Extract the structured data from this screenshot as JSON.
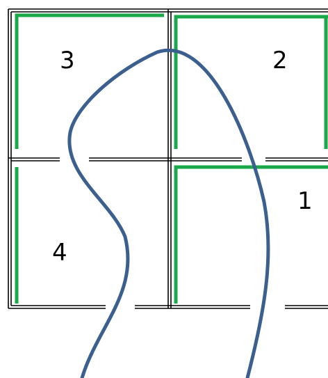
{
  "cells": [
    {
      "id": "cell-3",
      "label": "3"
    },
    {
      "id": "cell-2",
      "label": "2"
    },
    {
      "id": "cell-4",
      "label": "4"
    },
    {
      "id": "cell-1",
      "label": "1"
    }
  ],
  "colors": {
    "wall": "#000000",
    "green_marker": "#1aa84a",
    "curve": "#3b5f8f",
    "background": "#ffffff"
  }
}
